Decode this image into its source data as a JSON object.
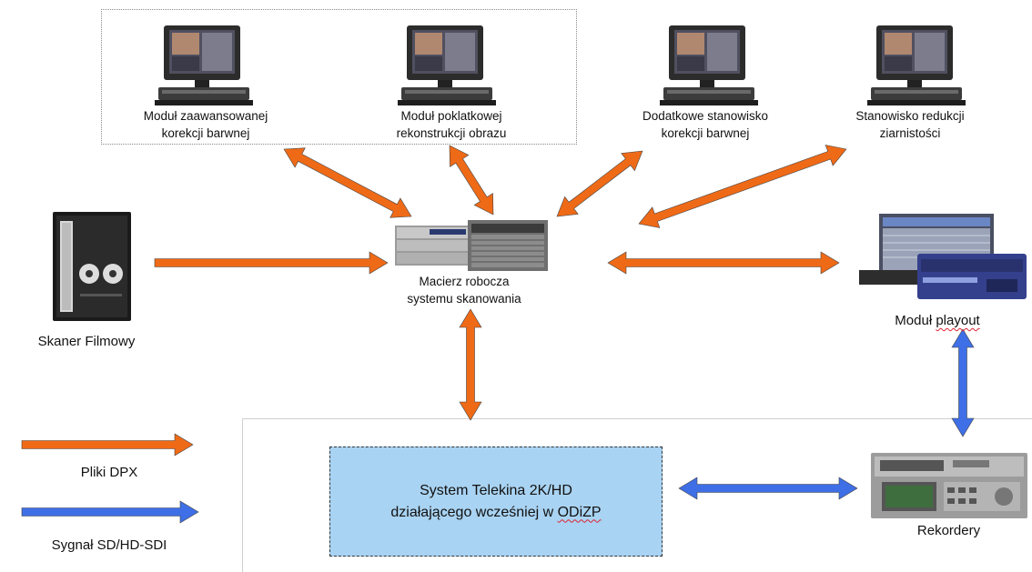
{
  "workstations": [
    {
      "line1": "Moduł zaawansowanej",
      "line2": "korekcji barwnej"
    },
    {
      "line1": "Moduł poklatkowej",
      "line2": "rekonstrukcji obrazu"
    },
    {
      "line1": "Dodatkowe stanowisko",
      "line2": "korekcji barwnej"
    },
    {
      "line1": "Stanowisko redukcji",
      "line2": "ziarnistości"
    }
  ],
  "scanner": {
    "label": "Skaner Filmowy"
  },
  "storage": {
    "line1": "Macierz robocza",
    "line2": "systemu skanowania"
  },
  "playout": {
    "label_prefix": "Moduł ",
    "label_flagged": "playout"
  },
  "recorders": {
    "label": "Rekordery"
  },
  "telekina": {
    "line1": "System Telekina 2K/HD",
    "line2_prefix": "działającego wcześniej w ",
    "line2_flagged": "ODiZP"
  },
  "legend": [
    {
      "label": "Pliki DPX",
      "color": "#ef6a17"
    },
    {
      "label": "Sygnał SD/HD-SDI",
      "color": "#3f6fe6"
    }
  ],
  "colors": {
    "dpx_arrow": "#ef6a17",
    "sdi_arrow": "#3f6fe6",
    "telekina_fill": "#a9d3f2"
  }
}
